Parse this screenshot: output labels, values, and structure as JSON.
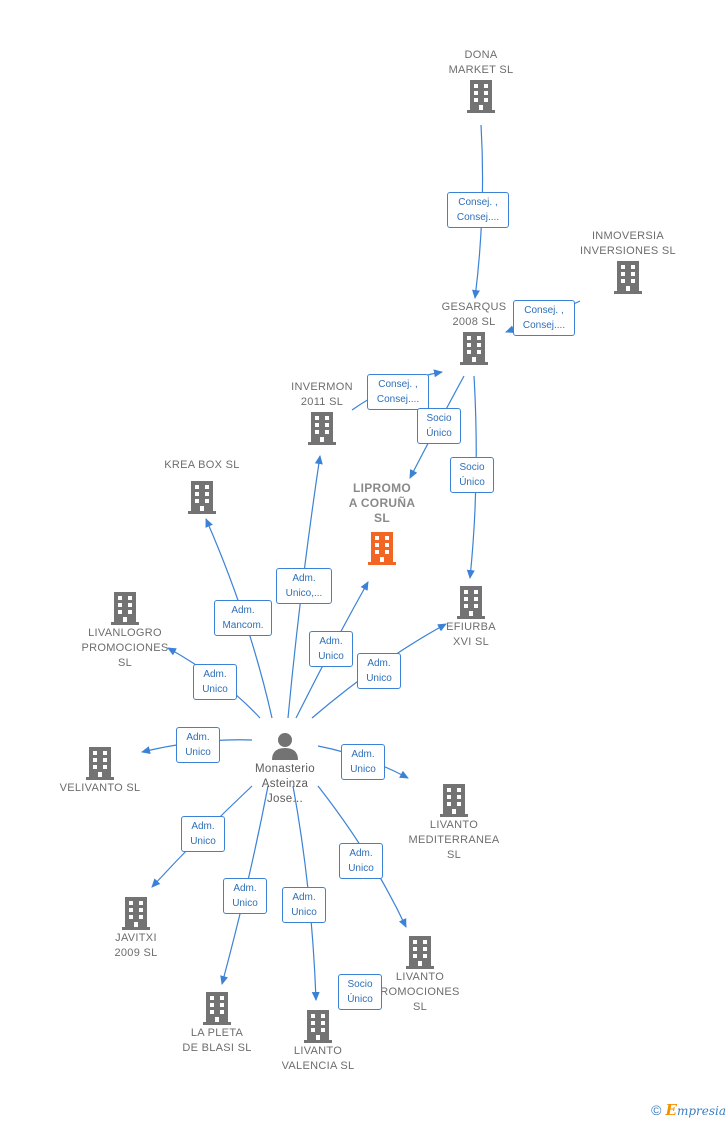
{
  "person": {
    "name": "Monasterio\nAsteinza\nJose..."
  },
  "nodes": [
    {
      "id": "dona",
      "label": "DONA\nMARKET SL"
    },
    {
      "id": "inmoversia",
      "label": "INMOVERSIA\nINVERSIONES SL"
    },
    {
      "id": "gesarqus",
      "label": "GESARQUS\n2008 SL"
    },
    {
      "id": "invermon",
      "label": "INVERMON\n2011 SL"
    },
    {
      "id": "kreabox",
      "label": "KREA BOX  SL"
    },
    {
      "id": "lipromo",
      "label": "LIPROMO\nA CORUÑA\nSL"
    },
    {
      "id": "efiurba",
      "label": "EFIURBA\nXVI  SL"
    },
    {
      "id": "livanlogro",
      "label": "LIVANLOGRO\nPROMOCIONES\nSL"
    },
    {
      "id": "velivanto",
      "label": "VELIVANTO  SL"
    },
    {
      "id": "livmed",
      "label": "LIVANTO\nMEDITERRANEA\nSL"
    },
    {
      "id": "javitxi",
      "label": "JAVITXI\n2009 SL"
    },
    {
      "id": "lapleta",
      "label": "LA PLETA\nDE BLASI  SL"
    },
    {
      "id": "livval",
      "label": "LIVANTO\nVALENCIA  SL"
    },
    {
      "id": "livprom",
      "label": "LIVANTO\nROMOCIONES\nSL"
    }
  ],
  "edge_labels": [
    {
      "id": "e1",
      "text": "Consej. ,\nConsej...."
    },
    {
      "id": "e2",
      "text": "Consej. ,\nConsej...."
    },
    {
      "id": "e3",
      "text": "Consej. ,\nConsej...."
    },
    {
      "id": "e4",
      "text": "Socio\nÚnico"
    },
    {
      "id": "e5",
      "text": "Socio\nÚnico"
    },
    {
      "id": "e6",
      "text": "Adm.\nUnico,..."
    },
    {
      "id": "e7",
      "text": "Adm.\nMancom."
    },
    {
      "id": "e8",
      "text": "Adm.\nUnico"
    },
    {
      "id": "e9",
      "text": "Adm.\nUnico"
    },
    {
      "id": "e10",
      "text": "Adm.\nUnico"
    },
    {
      "id": "e11",
      "text": "Adm.\nUnico"
    },
    {
      "id": "e12",
      "text": "Adm.\nUnico"
    },
    {
      "id": "e13",
      "text": "Adm.\nUnico"
    },
    {
      "id": "e14",
      "text": "Adm.\nUnico"
    },
    {
      "id": "e15",
      "text": "Adm.\nUnico"
    },
    {
      "id": "e16",
      "text": "Adm.\nUnico"
    },
    {
      "id": "e17",
      "text": "Socio\nÚnico"
    }
  ],
  "colors": {
    "edge": "#3b82d6",
    "building": "#737373",
    "highlight": "#f26522"
  },
  "footer": {
    "copyright": "©",
    "brand_initial": "E",
    "brand_rest": "mpresia"
  }
}
